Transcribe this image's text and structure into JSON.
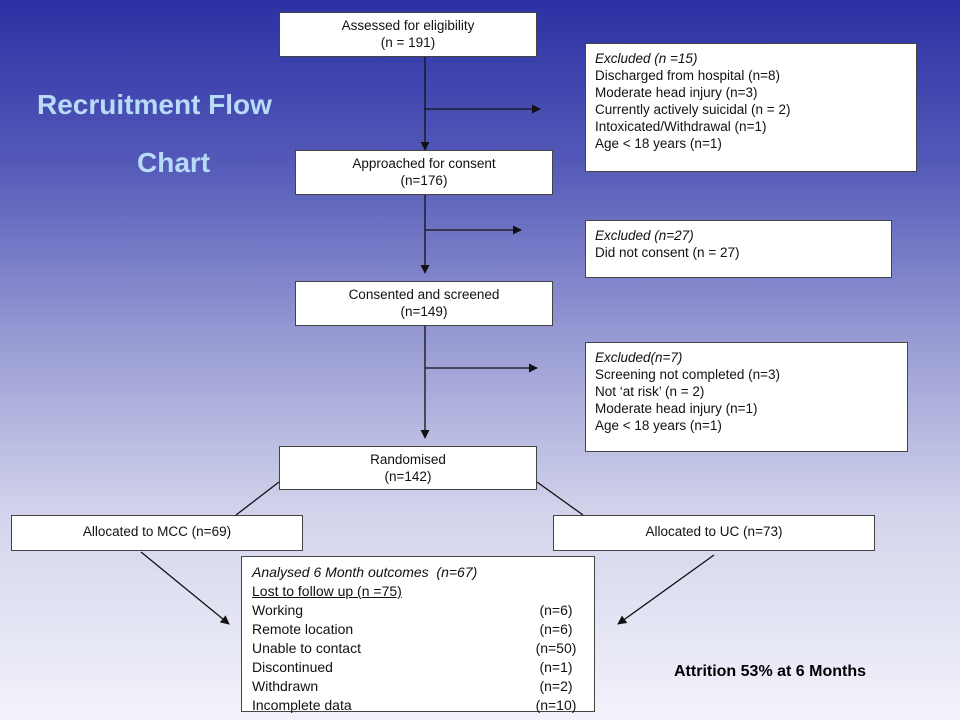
{
  "title": {
    "line1": "Recruitment Flow",
    "line2": "Chart"
  },
  "assessed": {
    "label": "Assessed for eligibility",
    "count": "(n = 191)"
  },
  "approached": {
    "label": "Approached for consent",
    "count": "(n=176)"
  },
  "consented": {
    "label": "Consented and screened",
    "count": "(n=149)"
  },
  "randomised": {
    "label": "Randomised",
    "count": "(n=142)"
  },
  "excluded1": {
    "header": "Excluded (n =15)",
    "items": [
      "Discharged from hospital (n=8)",
      "Moderate head injury (n=3)",
      "Currently actively suicidal (n = 2)",
      "Intoxicated/Withdrawal (n=1)",
      "Age < 18 years (n=1)"
    ]
  },
  "excluded2": {
    "header": "Excluded (n=27)",
    "items": [
      "Did not consent (n = 27)"
    ]
  },
  "excluded3": {
    "header": "Excluded(n=7)",
    "items": [
      "Screening not completed (n=3)",
      "Not ‘at risk’ (n = 2)",
      "Moderate head injury (n=1)",
      "Age < 18 years (n=1)"
    ]
  },
  "allocated_mcc": {
    "label": "Allocated to MCC (n=69)"
  },
  "allocated_uc": {
    "label": "Allocated to UC (n=73)"
  },
  "outcomes": {
    "header": "Analysed 6 Month outcomes  (n=67)",
    "lost": "Lost to follow up (n =75)",
    "rows": [
      {
        "label": "Working",
        "value": "(n=6)"
      },
      {
        "label": "Remote location",
        "value": "(n=6)"
      },
      {
        "label": "Unable to contact",
        "value": "(n=50)"
      },
      {
        "label": "Discontinued",
        "value": "(n=1)"
      },
      {
        "label": "Withdrawn",
        "value": "(n=2)"
      },
      {
        "label": "Incomplete data",
        "value": "(n=10)"
      }
    ]
  },
  "attrition": "Attrition 53% at 6 Months"
}
